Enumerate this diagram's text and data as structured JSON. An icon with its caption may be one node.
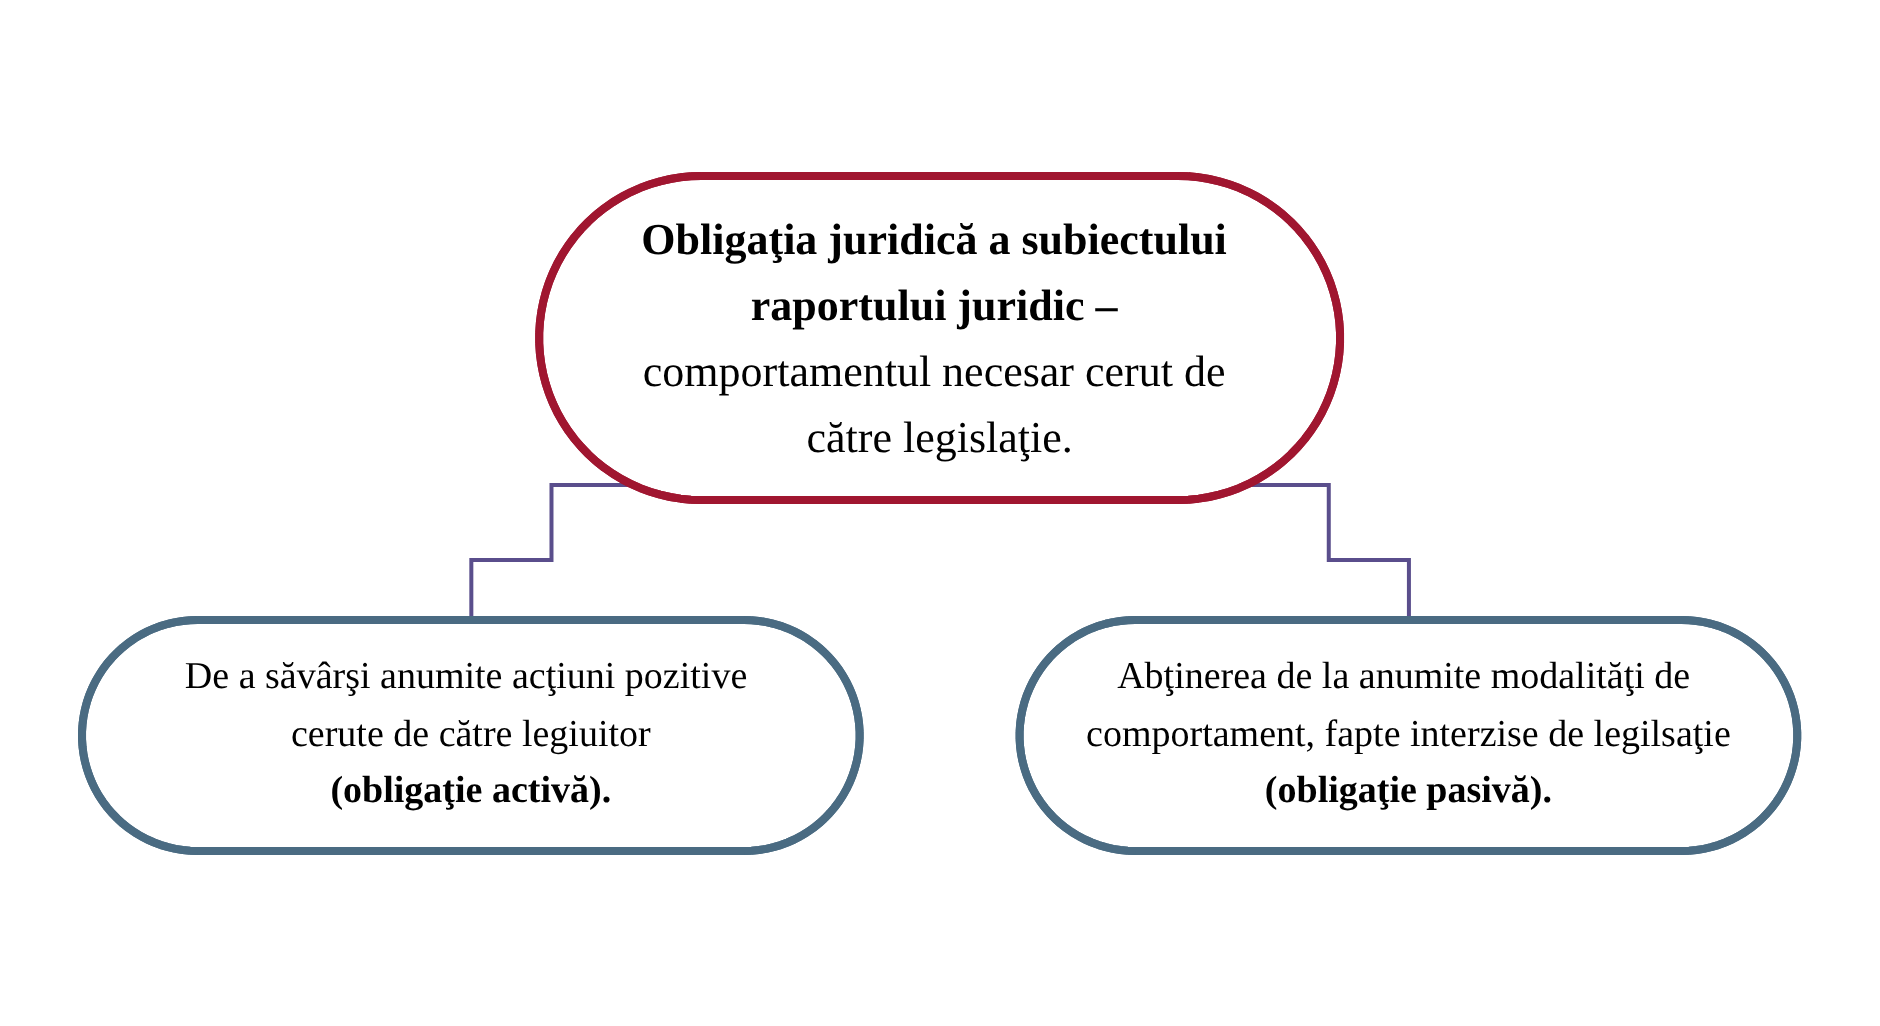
{
  "diagram": {
    "nodes": [
      {
        "text": [
          "**Obligaţia juridică a subiectului raportului juridic –** comportamentul necesar cerut de către legislaţie."
        ]
      },
      {
        "text": [
          "De a săvârşi anumite acţiuni pozitive cerute de către legiuitor",
          "(obligaţie activă)."
        ]
      },
      {
        "text": [
          "Abţinerea de la anumite modalităţi de comportament, fapte interzise de legilsaţie",
          "(obligaţie pasivă)."
        ]
      }
    ],
    "edges": [
      {
        "from": 0,
        "to": 1,
        "arrow": "none"
      },
      {
        "from": 0,
        "to": 2,
        "arrow": "none"
      }
    ]
  }
}
